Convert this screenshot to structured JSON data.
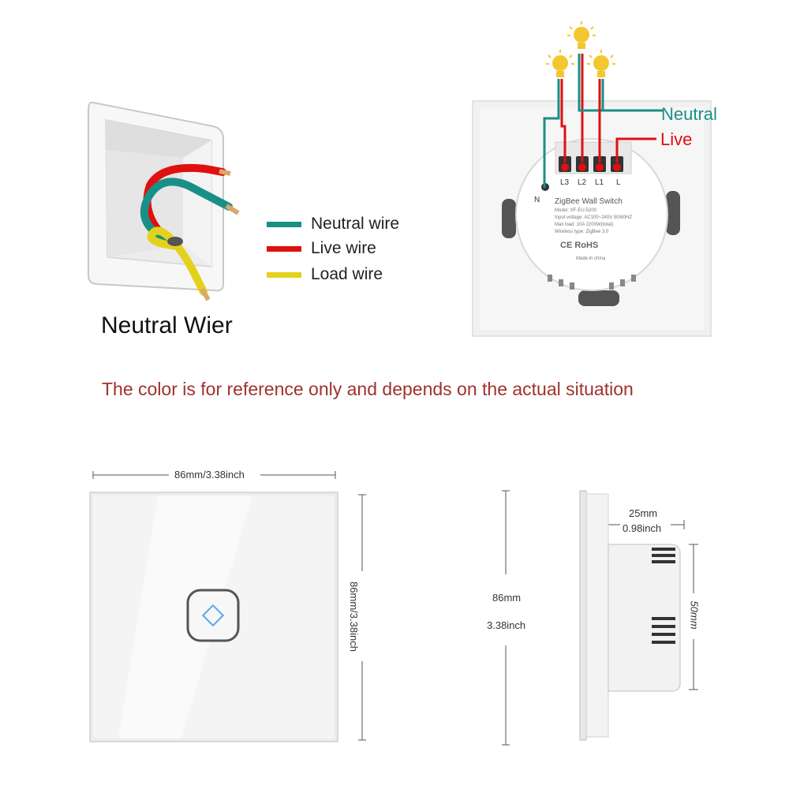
{
  "colors": {
    "neutral": "#1a8f87",
    "live": "#e01010",
    "load": "#e3d21c",
    "note": "#a0322c",
    "bulb": "#f3c72f"
  },
  "wiring_box": {
    "caption": "Neutral Wier"
  },
  "legend": [
    {
      "label": "Neutral wire",
      "color": "#1a8f87"
    },
    {
      "label": "Live wire",
      "color": "#e01010"
    },
    {
      "label": "Load wire",
      "color": "#e3d21c"
    }
  ],
  "switch_back": {
    "callout_neutral": "Neutral",
    "callout_live": "Live",
    "terminal_labels": [
      "L3",
      "L2",
      "L1",
      "L"
    ],
    "terminal_n": "N",
    "module_title": "ZigBee Wall Switch",
    "spec_lines": [
      "Model: XF-EU-5200",
      "Input voltage: AC100~240V 50/60HZ",
      "Max load: 10A 2200W(total)",
      "Wireless type: ZigBee 3.0"
    ],
    "cert_marks": "CE RoHS",
    "made_in": "Made in china"
  },
  "note": "The color is for reference only and depends on the actual situation",
  "dimensions": {
    "front_width": "86mm/3.38inch",
    "front_height": "86mm/3.38inch",
    "side_height_mm": "86mm",
    "side_height_inch": "3.38inch",
    "depth_mm": "25mm",
    "depth_inch": "0.98inch",
    "box_height": "50mm"
  }
}
